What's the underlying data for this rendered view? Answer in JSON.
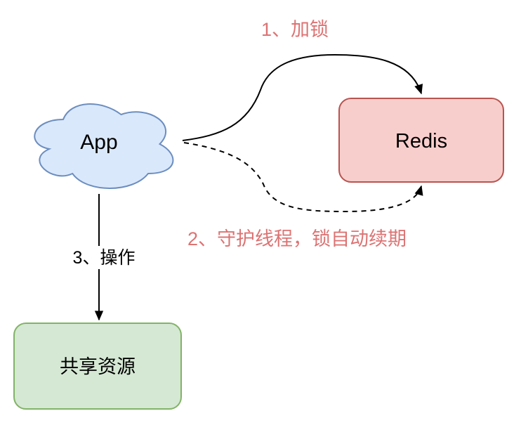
{
  "canvas": {
    "background": "#ffffff"
  },
  "nodes": {
    "app": {
      "label": "App",
      "shape": "cloud",
      "fill": "#dae8fc",
      "stroke": "#6c8ebf",
      "text_color": "#000000"
    },
    "redis": {
      "label": "Redis",
      "shape": "rounded-rect",
      "fill": "#f8cecc",
      "stroke": "#b85450",
      "text_color": "#000000"
    },
    "shared_resource": {
      "label": "共享资源",
      "shape": "rounded-rect",
      "fill": "#d5e8d4",
      "stroke": "#82b366",
      "text_color": "#000000"
    }
  },
  "edges": {
    "lock": {
      "label": "1、加锁",
      "from": "app",
      "to": "redis",
      "style": "solid",
      "color": "#000000",
      "label_color": "#dd7373"
    },
    "renew": {
      "label": "2、守护线程，锁自动续期",
      "from": "app",
      "to": "redis",
      "style": "dashed",
      "color": "#000000",
      "label_color": "#dd7373"
    },
    "operate": {
      "label": "3、操作",
      "from": "app",
      "to": "shared_resource",
      "style": "solid",
      "color": "#000000",
      "label_color": "#000000"
    }
  }
}
